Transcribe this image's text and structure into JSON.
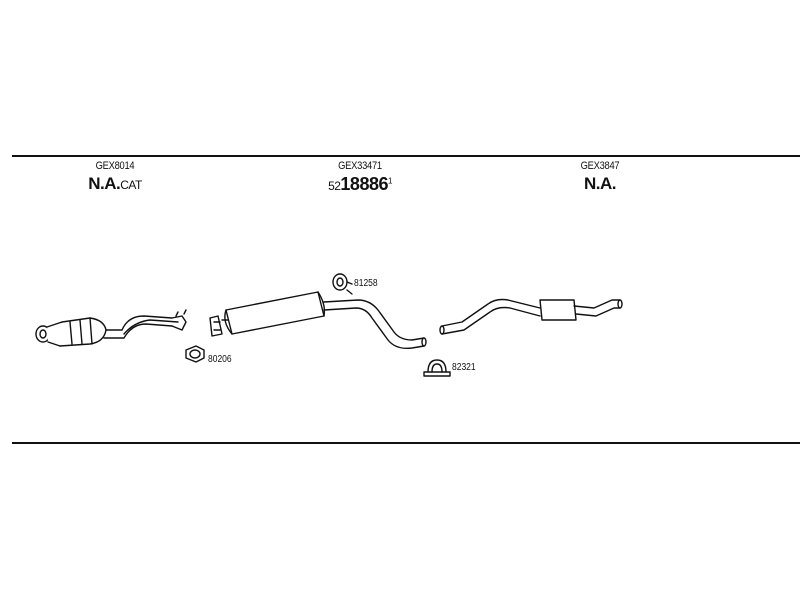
{
  "groups": [
    {
      "code": "GEX8014",
      "main": "N.A.",
      "suffix": "CAT"
    },
    {
      "code": "GEX33471",
      "prefix": "52",
      "main": "18886",
      "sup": "1"
    },
    {
      "code": "GEX3847",
      "main": "N.A."
    }
  ],
  "part_labels": {
    "clamp_top": "81258",
    "gasket": "80206",
    "clamp_bottom": "82321"
  },
  "colors": {
    "line": "#111111",
    "fill": "#ffffff"
  }
}
